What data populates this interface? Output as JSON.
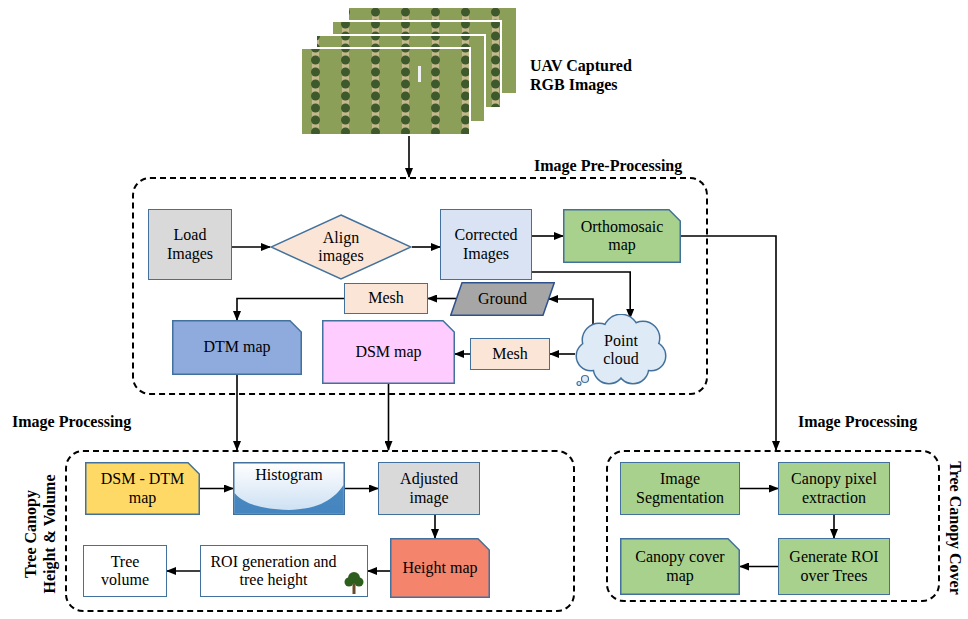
{
  "diagram": {
    "nodes": [
      {
        "text": [
          "UAV Captured RGB Images"
        ]
      },
      {
        "text": [
          "Image Pre-Processing"
        ]
      },
      {
        "text": [
          "Load Images"
        ],
        "in": 1
      },
      {
        "text": [
          "Align images"
        ],
        "in": 1
      },
      {
        "text": [
          "Corrected Images"
        ],
        "in": 1
      },
      {
        "text": [
          "Orthomosaic map"
        ],
        "in": 1
      },
      {
        "text": [
          "Point cloud"
        ],
        "in": 1
      },
      {
        "text": [
          "Ground"
        ],
        "in": 1
      },
      {
        "text": [
          "Mesh"
        ],
        "in": 1
      },
      {
        "text": [
          "DTM map"
        ],
        "in": 1
      },
      {
        "text": [
          "DSM map"
        ],
        "in": 1
      },
      {
        "text": [
          "Mesh"
        ],
        "in": 1
      },
      {
        "text": [
          "Image Processing",
          "Tree Canopy Height & Volume"
        ]
      },
      {
        "text": [
          "DSM - DTM map"
        ],
        "in": 12
      },
      {
        "text": [
          "Histogram"
        ],
        "in": 12
      },
      {
        "text": [
          "Adjusted image"
        ],
        "in": 12
      },
      {
        "text": [
          "Height map"
        ],
        "in": 12
      },
      {
        "text": [
          "ROI generation and tree height"
        ],
        "in": 12
      },
      {
        "text": [
          "Tree volume"
        ],
        "in": 12
      },
      {
        "text": [
          "Image Processing",
          "Tree Canopy Cover"
        ]
      },
      {
        "text": [
          "Image Segmentation"
        ],
        "in": 19
      },
      {
        "text": [
          "Canopy pixel extraction"
        ],
        "in": 19
      },
      {
        "text": [
          "Generate ROI over Trees"
        ],
        "in": 19
      },
      {
        "text": [
          "Canopy cover map"
        ],
        "in": 19
      }
    ],
    "edges": [
      {
        "from": 0,
        "to": 1,
        "arrow": "to"
      },
      {
        "from": 2,
        "to": 3,
        "arrow": "to"
      },
      {
        "from": 3,
        "to": 4,
        "arrow": "to"
      },
      {
        "from": 4,
        "to": 5,
        "arrow": "to"
      },
      {
        "from": 4,
        "to": 6,
        "arrow": "to"
      },
      {
        "from": 6,
        "to": 7,
        "arrow": "to"
      },
      {
        "from": 7,
        "to": 8,
        "arrow": "to"
      },
      {
        "from": 8,
        "to": 9,
        "arrow": "to"
      },
      {
        "from": 6,
        "to": 11,
        "arrow": "to"
      },
      {
        "from": 11,
        "to": 10,
        "arrow": "to"
      },
      {
        "from": 9,
        "to": 12,
        "arrow": "to"
      },
      {
        "from": 10,
        "to": 12,
        "arrow": "to"
      },
      {
        "from": 5,
        "to": 19,
        "arrow": "to"
      },
      {
        "from": 13,
        "to": 14,
        "arrow": "to"
      },
      {
        "from": 14,
        "to": 15,
        "arrow": "to"
      },
      {
        "from": 15,
        "to": 16,
        "arrow": "to"
      },
      {
        "from": 16,
        "to": 17,
        "arrow": "to"
      },
      {
        "from": 17,
        "to": 18,
        "arrow": "to"
      },
      {
        "from": 20,
        "to": 21,
        "arrow": "to"
      },
      {
        "from": 21,
        "to": 22,
        "arrow": "to"
      },
      {
        "from": 22,
        "to": 23,
        "arrow": "to"
      }
    ]
  }
}
